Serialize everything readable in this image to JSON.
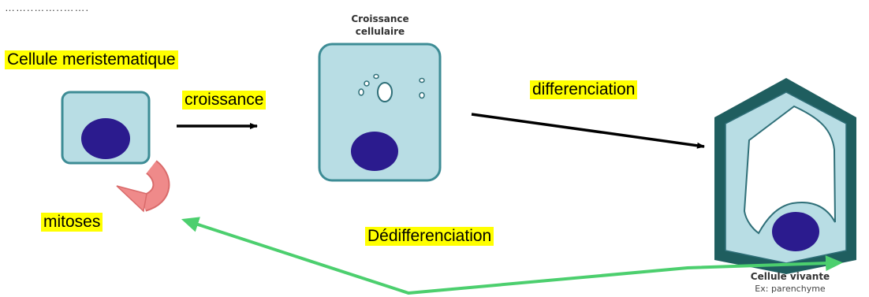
{
  "top_left_text": "……..……..…….",
  "labels": {
    "meristematic_cell": "Cellule meristematique",
    "growth": "croissance",
    "differentiation": "differenciation",
    "mitoses": "mitoses",
    "dedifferentiation": "Dédifferenciation"
  },
  "captions": {
    "cell_growth_line1": "Croissance",
    "cell_growth_line2": "cellulaire",
    "living_cell": "Cellule vivante",
    "living_cell_example": "Ex: parenchyme"
  },
  "colors": {
    "highlight": "#ffff00",
    "cell_fill": "#b8dde4",
    "cell_border": "#3d8c95",
    "nucleus": "#2b1b8e",
    "mature_wall": "#1f5e5f",
    "mitosis_arrow": "#ef7f7f",
    "dedifferentiation_arrow": "#4ccf6e",
    "black_arrow": "#000000"
  }
}
